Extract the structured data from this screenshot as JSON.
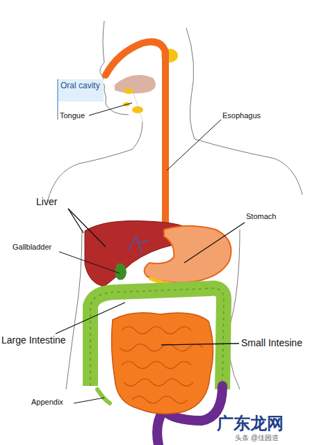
{
  "diagram": {
    "labels": [
      "Oral cavity",
      "Tongue",
      "Esophagus",
      "Liver",
      "Gallbladder",
      "Stomach",
      "Large Intestine",
      "Small Intesine",
      "Appendix",
      "广东龙网",
      "头条 @佳园道"
    ]
  }
}
